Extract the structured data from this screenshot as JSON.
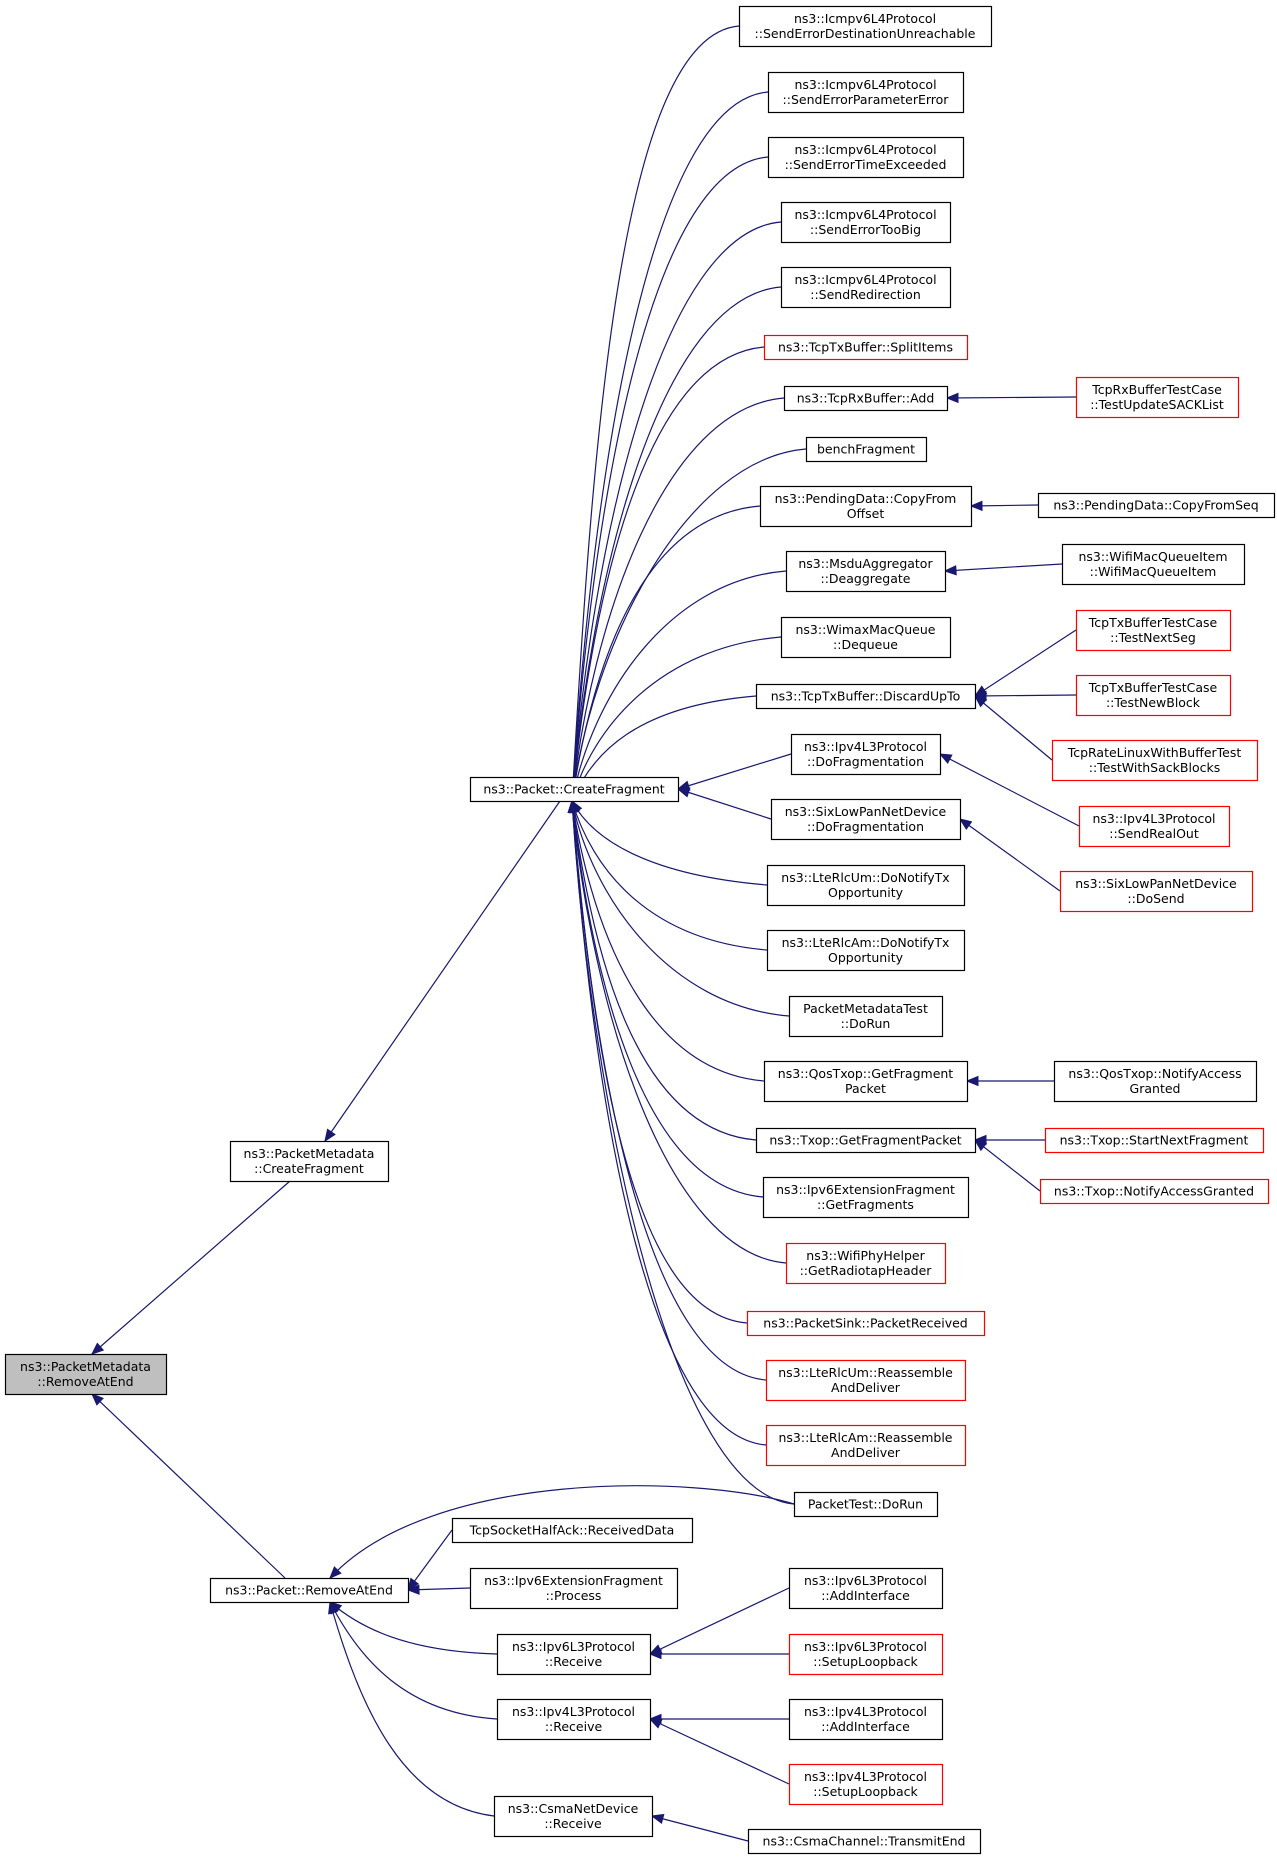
{
  "colors": {
    "edge": "#191970",
    "normal_border": "#000000",
    "truncated_border": "#ff0000",
    "focus_fill": "#bfbfbf",
    "fill": "#ffffff"
  },
  "nodes": [
    {
      "id": "root",
      "lines": [
        "ns3::PacketMetadata",
        "::RemoveAtEnd"
      ],
      "style": "focus"
    },
    {
      "id": "pm_cf",
      "lines": [
        "ns3::PacketMetadata",
        "::CreateFragment"
      ],
      "style": "normal"
    },
    {
      "id": "pk_rae",
      "lines": [
        "ns3::Packet::RemoveAtEnd"
      ],
      "style": "normal"
    },
    {
      "id": "pk_cf",
      "lines": [
        "ns3::Packet::CreateFragment"
      ],
      "style": "normal"
    },
    {
      "id": "c0",
      "lines": [
        "ns3::Icmpv6L4Protocol",
        "::SendErrorDestinationUnreachable"
      ],
      "style": "normal"
    },
    {
      "id": "c1",
      "lines": [
        "ns3::Icmpv6L4Protocol",
        "::SendErrorParameterError"
      ],
      "style": "normal"
    },
    {
      "id": "c2",
      "lines": [
        "ns3::Icmpv6L4Protocol",
        "::SendErrorTimeExceeded"
      ],
      "style": "normal"
    },
    {
      "id": "c3",
      "lines": [
        "ns3::Icmpv6L4Protocol",
        "::SendErrorTooBig"
      ],
      "style": "normal"
    },
    {
      "id": "c4",
      "lines": [
        "ns3::Icmpv6L4Protocol",
        "::SendRedirection"
      ],
      "style": "normal"
    },
    {
      "id": "c5",
      "lines": [
        "ns3::TcpTxBuffer::SplitItems"
      ],
      "style": "truncated"
    },
    {
      "id": "c6",
      "lines": [
        "ns3::TcpRxBuffer::Add"
      ],
      "style": "normal"
    },
    {
      "id": "c7",
      "lines": [
        "benchFragment"
      ],
      "style": "normal"
    },
    {
      "id": "c8",
      "lines": [
        "ns3::PendingData::CopyFrom",
        "Offset"
      ],
      "style": "normal"
    },
    {
      "id": "c9",
      "lines": [
        "ns3::MsduAggregator",
        "::Deaggregate"
      ],
      "style": "normal"
    },
    {
      "id": "c10",
      "lines": [
        "ns3::WimaxMacQueue",
        "::Dequeue"
      ],
      "style": "normal"
    },
    {
      "id": "c11",
      "lines": [
        "ns3::TcpTxBuffer::DiscardUpTo"
      ],
      "style": "normal"
    },
    {
      "id": "c12",
      "lines": [
        "ns3::Ipv4L3Protocol",
        "::DoFragmentation"
      ],
      "style": "normal"
    },
    {
      "id": "c13",
      "lines": [
        "ns3::SixLowPanNetDevice",
        "::DoFragmentation"
      ],
      "style": "normal"
    },
    {
      "id": "c14",
      "lines": [
        "ns3::LteRlcUm::DoNotifyTx",
        "Opportunity"
      ],
      "style": "normal"
    },
    {
      "id": "c15",
      "lines": [
        "ns3::LteRlcAm::DoNotifyTx",
        "Opportunity"
      ],
      "style": "normal"
    },
    {
      "id": "c16",
      "lines": [
        "PacketMetadataTest",
        "::DoRun"
      ],
      "style": "normal"
    },
    {
      "id": "c17",
      "lines": [
        "ns3::QosTxop::GetFragment",
        "Packet"
      ],
      "style": "normal"
    },
    {
      "id": "c18",
      "lines": [
        "ns3::Txop::GetFragmentPacket"
      ],
      "style": "normal"
    },
    {
      "id": "c19",
      "lines": [
        "ns3::Ipv6ExtensionFragment",
        "::GetFragments"
      ],
      "style": "normal"
    },
    {
      "id": "c20",
      "lines": [
        "ns3::WifiPhyHelper",
        "::GetRadiotapHeader"
      ],
      "style": "truncated"
    },
    {
      "id": "c21",
      "lines": [
        "ns3::PacketSink::PacketReceived"
      ],
      "style": "truncated"
    },
    {
      "id": "c22",
      "lines": [
        "ns3::LteRlcUm::Reassemble",
        "AndDeliver"
      ],
      "style": "truncated"
    },
    {
      "id": "c23",
      "lines": [
        "ns3::LteRlcAm::Reassemble",
        "AndDeliver"
      ],
      "style": "truncated"
    },
    {
      "id": "ptest",
      "lines": [
        "PacketTest::DoRun"
      ],
      "style": "normal"
    },
    {
      "id": "r1",
      "lines": [
        "TcpSocketHalfAck::ReceivedData"
      ],
      "style": "normal"
    },
    {
      "id": "r2",
      "lines": [
        "ns3::Ipv6ExtensionFragment",
        "::Process"
      ],
      "style": "normal"
    },
    {
      "id": "r3",
      "lines": [
        "ns3::Ipv6L3Protocol",
        "::Receive"
      ],
      "style": "normal"
    },
    {
      "id": "r4",
      "lines": [
        "ns3::Ipv4L3Protocol",
        "::Receive"
      ],
      "style": "normal"
    },
    {
      "id": "r5",
      "lines": [
        "ns3::CsmaNetDevice",
        "::Receive"
      ],
      "style": "normal"
    },
    {
      "id": "f_sack",
      "lines": [
        "TcpRxBufferTestCase",
        "::TestUpdateSACKList"
      ],
      "style": "truncated"
    },
    {
      "id": "f_cfs",
      "lines": [
        "ns3::PendingData::CopyFromSeq"
      ],
      "style": "normal"
    },
    {
      "id": "f_wmqi",
      "lines": [
        "ns3::WifiMacQueueItem",
        "::WifiMacQueueItem"
      ],
      "style": "normal"
    },
    {
      "id": "f_tns",
      "lines": [
        "TcpTxBufferTestCase",
        "::TestNextSeg"
      ],
      "style": "truncated"
    },
    {
      "id": "f_tnb",
      "lines": [
        "TcpTxBufferTestCase",
        "::TestNewBlock"
      ],
      "style": "truncated"
    },
    {
      "id": "f_rl",
      "lines": [
        "TcpRateLinuxWithBufferTest",
        "::TestWithSackBlocks"
      ],
      "style": "truncated"
    },
    {
      "id": "f_sro",
      "lines": [
        "ns3::Ipv4L3Protocol",
        "::SendRealOut"
      ],
      "style": "truncated"
    },
    {
      "id": "f_dos",
      "lines": [
        "ns3::SixLowPanNetDevice",
        "::DoSend"
      ],
      "style": "truncated"
    },
    {
      "id": "f_qna",
      "lines": [
        "ns3::QosTxop::NotifyAccess",
        "Granted"
      ],
      "style": "normal"
    },
    {
      "id": "f_snf",
      "lines": [
        "ns3::Txop::StartNextFragment"
      ],
      "style": "truncated"
    },
    {
      "id": "f_tna",
      "lines": [
        "ns3::Txop::NotifyAccessGranted"
      ],
      "style": "truncated"
    },
    {
      "id": "f_ai6",
      "lines": [
        "ns3::Ipv6L3Protocol",
        "::AddInterface"
      ],
      "style": "normal"
    },
    {
      "id": "f_sl6",
      "lines": [
        "ns3::Ipv6L3Protocol",
        "::SetupLoopback"
      ],
      "style": "truncated"
    },
    {
      "id": "f_ai4",
      "lines": [
        "ns3::Ipv4L3Protocol",
        "::AddInterface"
      ],
      "style": "normal"
    },
    {
      "id": "f_sl4",
      "lines": [
        "ns3::Ipv4L3Protocol",
        "::SetupLoopback"
      ],
      "style": "truncated"
    },
    {
      "id": "f_te",
      "lines": [
        "ns3::CsmaChannel::TransmitEnd"
      ],
      "style": "normal"
    }
  ],
  "edges": [
    [
      "pm_cf",
      "root"
    ],
    [
      "pk_rae",
      "root"
    ],
    [
      "pk_cf",
      "pm_cf"
    ],
    [
      "c0",
      "pk_cf"
    ],
    [
      "c1",
      "pk_cf"
    ],
    [
      "c2",
      "pk_cf"
    ],
    [
      "c3",
      "pk_cf"
    ],
    [
      "c4",
      "pk_cf"
    ],
    [
      "c5",
      "pk_cf"
    ],
    [
      "c6",
      "pk_cf"
    ],
    [
      "c7",
      "pk_cf"
    ],
    [
      "c8",
      "pk_cf"
    ],
    [
      "c9",
      "pk_cf"
    ],
    [
      "c10",
      "pk_cf"
    ],
    [
      "c11",
      "pk_cf"
    ],
    [
      "c12",
      "pk_cf"
    ],
    [
      "c13",
      "pk_cf"
    ],
    [
      "c14",
      "pk_cf"
    ],
    [
      "c15",
      "pk_cf"
    ],
    [
      "c16",
      "pk_cf"
    ],
    [
      "c17",
      "pk_cf"
    ],
    [
      "c18",
      "pk_cf"
    ],
    [
      "c19",
      "pk_cf"
    ],
    [
      "c20",
      "pk_cf"
    ],
    [
      "c21",
      "pk_cf"
    ],
    [
      "c22",
      "pk_cf"
    ],
    [
      "c23",
      "pk_cf"
    ],
    [
      "ptest",
      "pk_cf"
    ],
    [
      "ptest",
      "pk_rae"
    ],
    [
      "r1",
      "pk_rae"
    ],
    [
      "r2",
      "pk_rae"
    ],
    [
      "r3",
      "pk_rae"
    ],
    [
      "r4",
      "pk_rae"
    ],
    [
      "r5",
      "pk_rae"
    ],
    [
      "f_sack",
      "c6"
    ],
    [
      "f_cfs",
      "c8"
    ],
    [
      "f_wmqi",
      "c9"
    ],
    [
      "f_tns",
      "c11"
    ],
    [
      "f_tnb",
      "c11"
    ],
    [
      "f_rl",
      "c11"
    ],
    [
      "f_sro",
      "c12"
    ],
    [
      "f_dos",
      "c13"
    ],
    [
      "f_qna",
      "c17"
    ],
    [
      "f_snf",
      "c18"
    ],
    [
      "f_tna",
      "c18"
    ],
    [
      "f_ai6",
      "r3"
    ],
    [
      "f_sl6",
      "r3"
    ],
    [
      "f_ai4",
      "r4"
    ],
    [
      "f_sl4",
      "r4"
    ],
    [
      "f_te",
      "r5"
    ]
  ]
}
